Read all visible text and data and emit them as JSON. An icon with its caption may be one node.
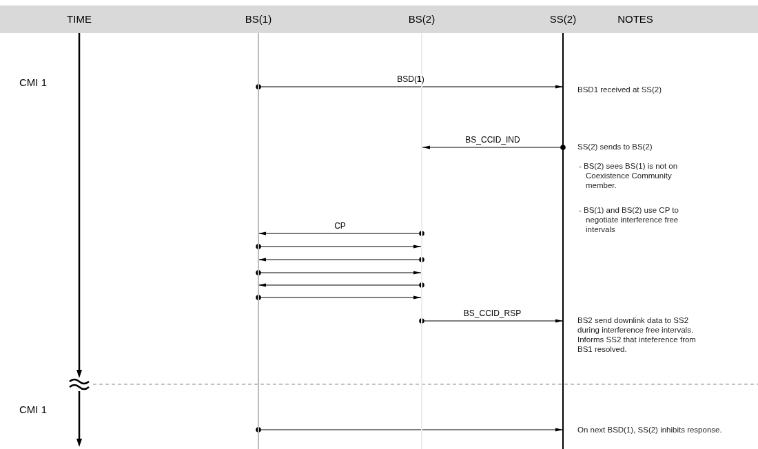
{
  "diagram": {
    "nodes": [
      {
        "text": [
          "BS(1)"
        ]
      },
      {
        "text": [
          "BS(2)"
        ]
      },
      {
        "text": [
          "SS(2)"
        ]
      }
    ],
    "edges": [
      {
        "from": 0,
        "to": 2,
        "arrow": "to",
        "label": "BSD(**1**)"
      },
      {
        "from": 2,
        "to": 1,
        "arrow": "to",
        "label": "BS_CCID_IND"
      },
      {
        "from": 1,
        "to": 0,
        "arrow": "to",
        "label": "CP"
      },
      {
        "from": 0,
        "to": 1,
        "arrow": "to"
      },
      {
        "from": 1,
        "to": 0,
        "arrow": "to"
      },
      {
        "from": 0,
        "to": 1,
        "arrow": "to"
      },
      {
        "from": 1,
        "to": 0,
        "arrow": "to"
      },
      {
        "from": 0,
        "to": 1,
        "arrow": "to"
      },
      {
        "from": 1,
        "to": 2,
        "arrow": "to",
        "label": "BS_CCID_RSP"
      },
      {
        "from": 0,
        "to": 2,
        "arrow": "to"
      }
    ],
    "labels": [
      "TIME",
      "NOTES",
      "CMI 1",
      "BSD1 received at SS(2)",
      "SS(2) sends to BS(2)",
      "- BS(2) sees BS(1) is not on Coexistence Community member.",
      "- BS(1) and BS(2) use CP to negotiate interference free intervals",
      "BS2 send downlink data to SS2 during interference free intervals. Informs SS2 that inteference from BS1 resolved.",
      "CMI 1",
      "On next BSD(1), SS(2) inhibits response."
    ]
  }
}
